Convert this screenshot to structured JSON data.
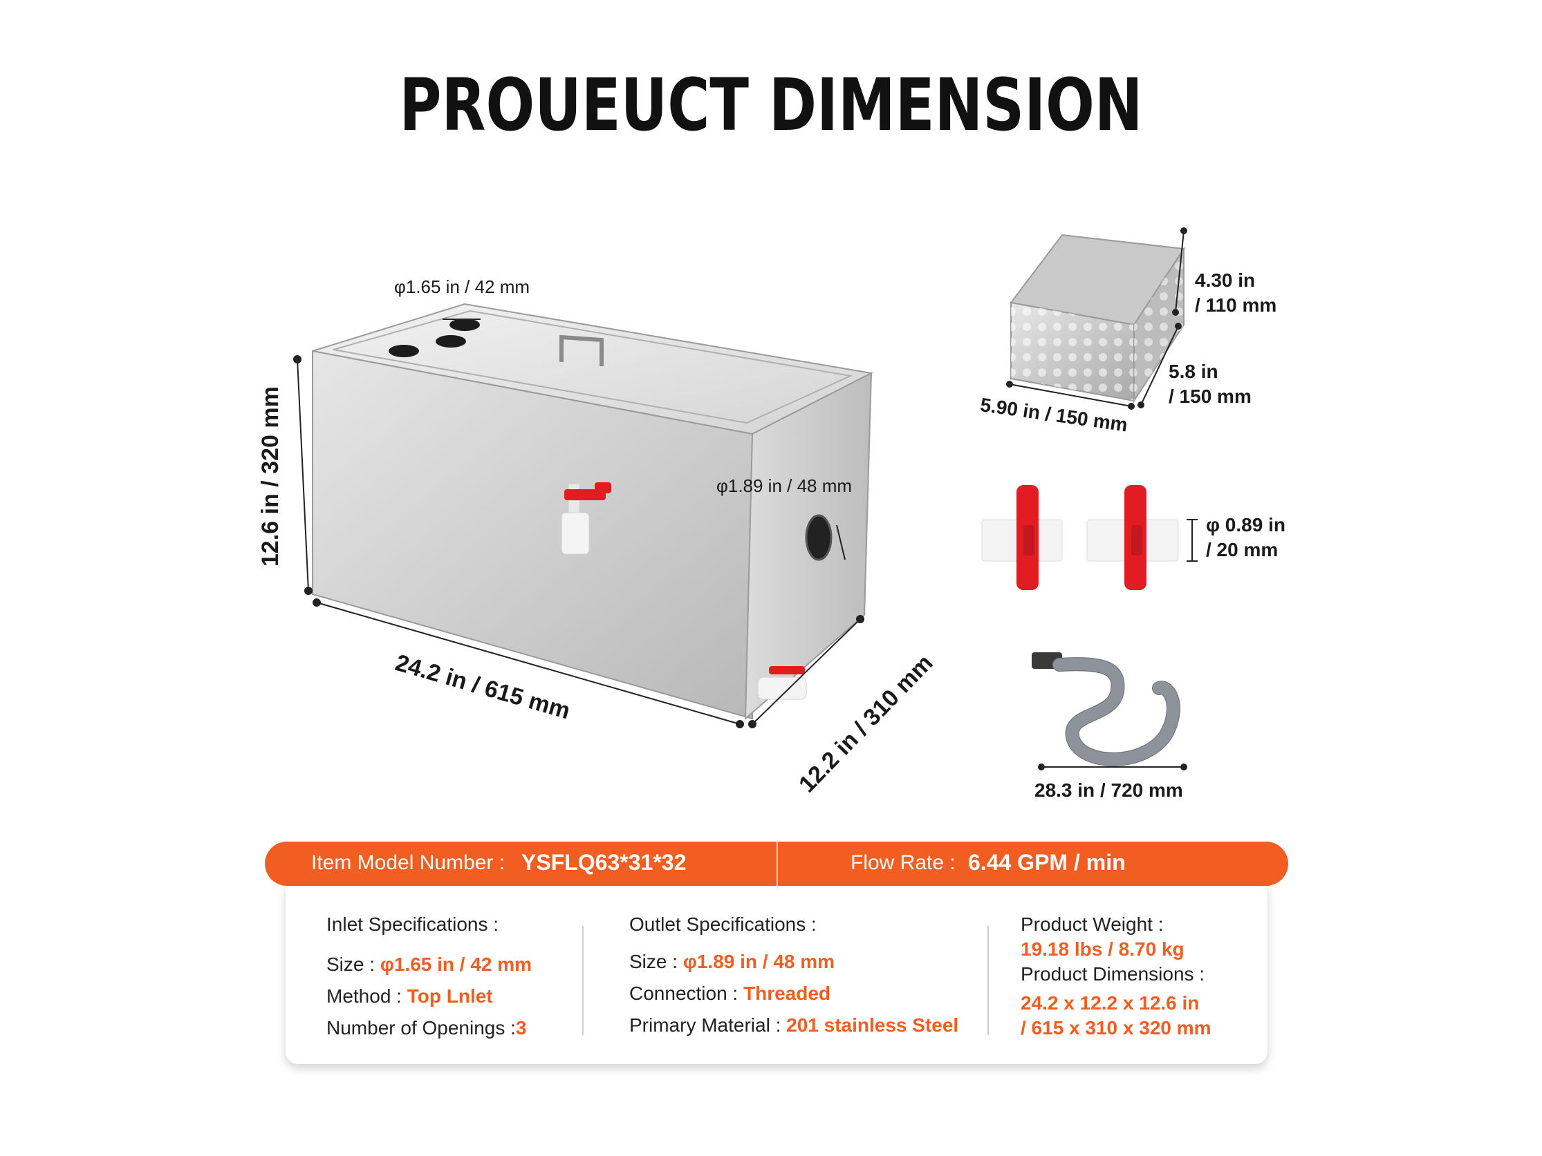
{
  "title": "PROUEUCT DIMENSION",
  "main_tank": {
    "inlet_hole": "φ1.65 in / 42 mm",
    "height": "12.6 in / 320 mm",
    "length": "24.2 in / 615 mm",
    "width": "12.2 in / 310 mm",
    "outlet_hole": "φ1.89 in / 48 mm"
  },
  "basket": {
    "height_in": "4.30 in",
    "height_mm": "/ 110 mm",
    "depth_in": "5.8 in",
    "depth_mm": "/ 150 mm",
    "width": "5.90 in / 150 mm"
  },
  "valve": {
    "diameter_in": "φ 0.89 in",
    "diameter_mm": "/ 20 mm"
  },
  "hose": {
    "length": "28.3 in / 720 mm"
  },
  "bar": {
    "model_label": "Item Model Number :",
    "model_value": "YSFLQ63*31*32",
    "flow_label": "Flow Rate :",
    "flow_value": "6.44 GPM / min"
  },
  "specs": {
    "inlet": {
      "heading": "Inlet Specifications :",
      "size_label": "Size :",
      "size_value": "φ1.65 in / 42 mm",
      "method_label": "Method :",
      "method_value": "Top Lnlet",
      "openings_label": "Number of Openings :",
      "openings_value": "3"
    },
    "outlet": {
      "heading": "Outlet Specifications :",
      "size_label": "Size :",
      "size_value": "φ1.89 in / 48 mm",
      "connection_label": "Connection :",
      "connection_value": "Threaded",
      "material_label": "Primary Material :",
      "material_value": "201 stainless Steel"
    },
    "product": {
      "weight_label": "Product Weight :",
      "weight_value": "19.18 lbs / 8.70 kg",
      "dimensions_label": "Product Dimensions :",
      "dimensions_line1": "24.2 x 12.2 x 12.6 in",
      "dimensions_line2": "/ 615 x 310 x 320 mm"
    }
  },
  "colors": {
    "accent": "#f25e21",
    "valve_red": "#e31b23",
    "hose_gray": "#6b7078",
    "steel": "#d9d9d9"
  }
}
